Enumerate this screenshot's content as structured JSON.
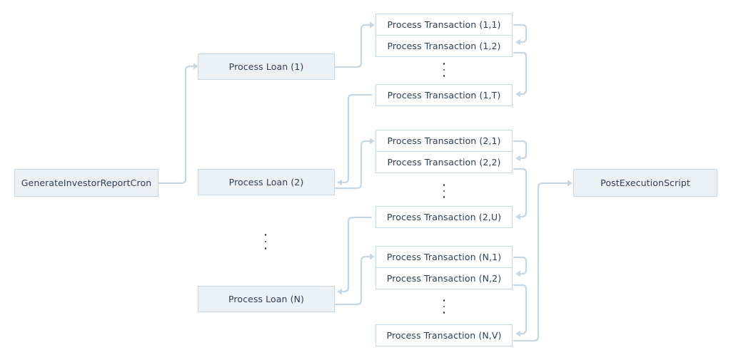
{
  "colors": {
    "node_fill": "#ecf1f6",
    "node_border": "#c6d6e2",
    "connector": "#c6d6e2",
    "text": "#2e3e55"
  },
  "nodes": {
    "cron": "GenerateInvestorReportCron",
    "post_script": "PostExecutionScript",
    "loans": [
      "Process Loan (1)",
      "Process Loan (2)",
      "Process Loan (N)"
    ],
    "transactions": [
      [
        "Process Transaction (1,1)",
        "Process Transaction (1,2)",
        "Process Transaction (1,T)"
      ],
      [
        "Process Transaction (2,1)",
        "Process Transaction (2,2)",
        "Process Transaction (2,U)"
      ],
      [
        "Process Transaction (N,1)",
        "Process Transaction (N,2)",
        "Process Transaction (N,V)"
      ]
    ]
  }
}
